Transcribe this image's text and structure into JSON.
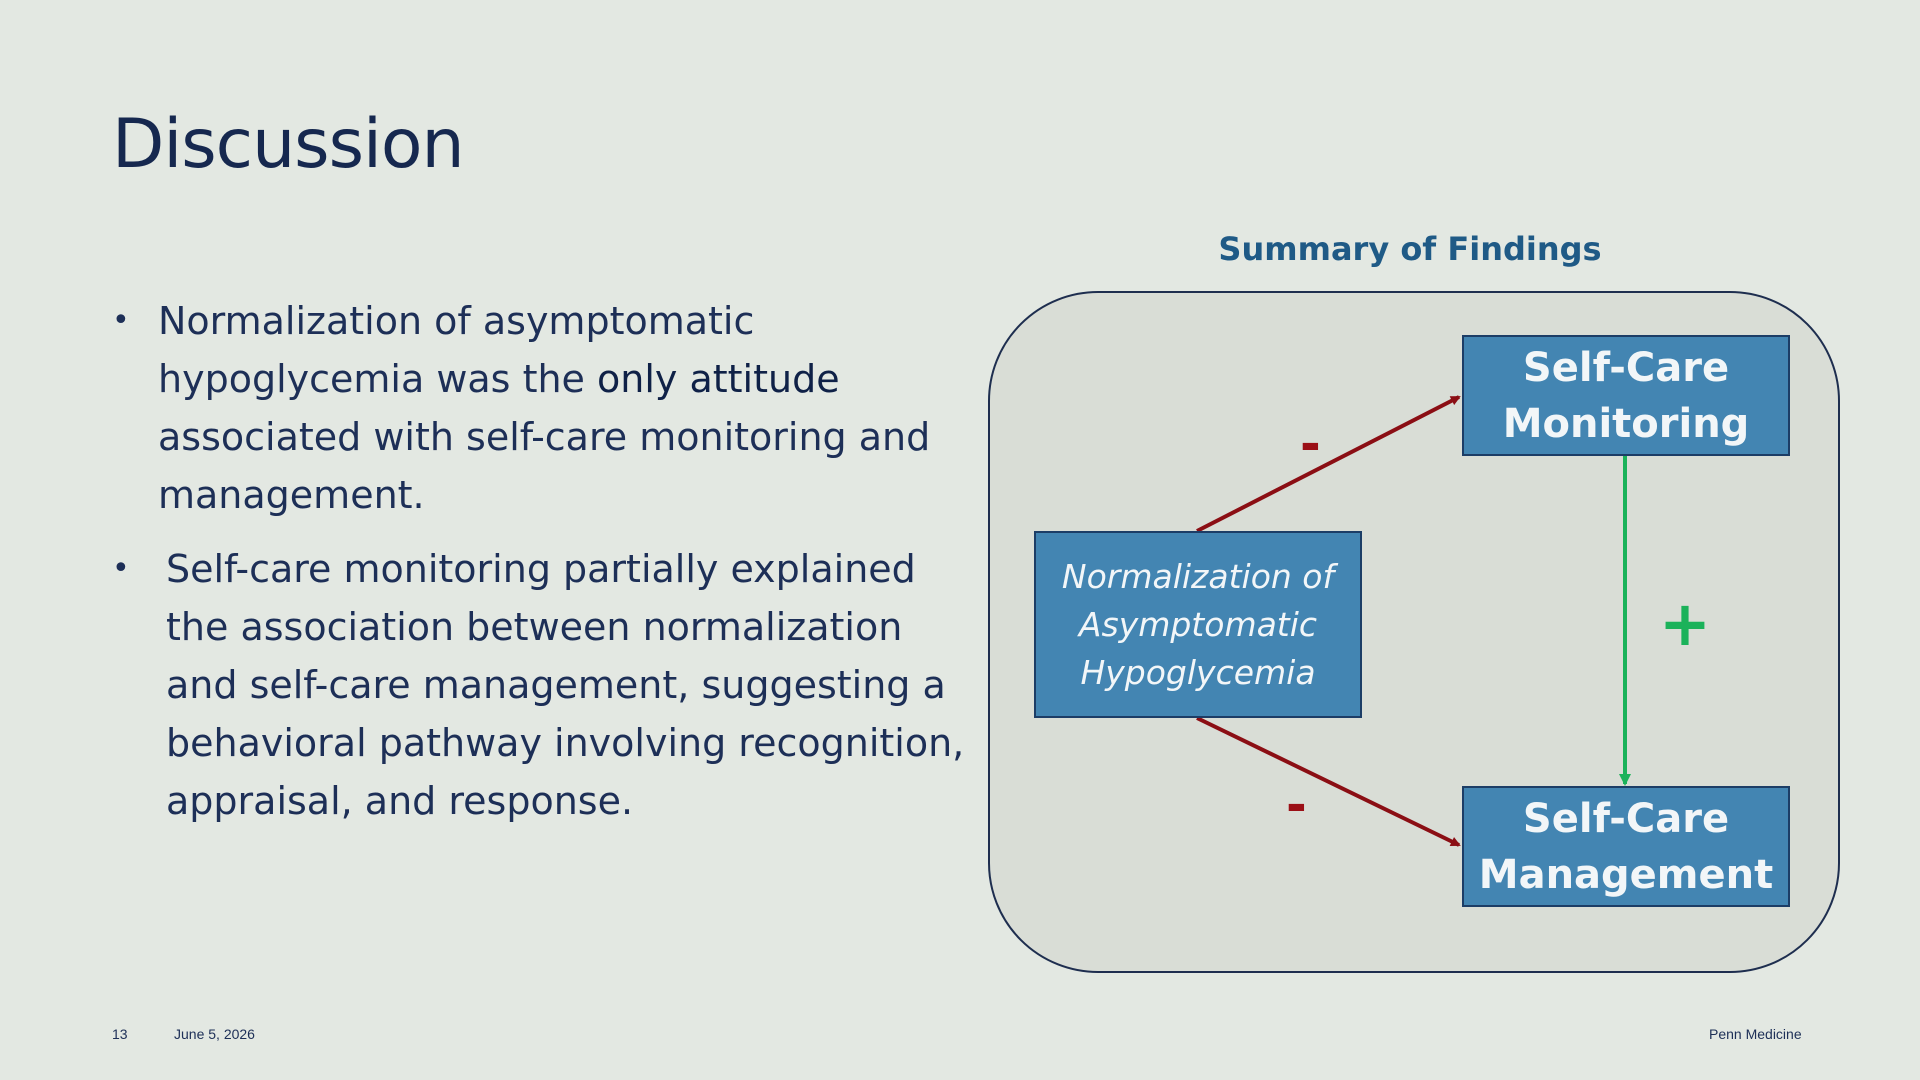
{
  "slide": {
    "title": "Discussion",
    "bullets": [
      {
        "before": "Normalization of asymptomatic hypoglycemia was the ",
        "emphasis": "only attitude",
        "after": " associated with self-care monitoring and management."
      },
      {
        "text": "Self-care monitoring partially explained the association between normalization and self-care management, suggesting a behavioral pathway involving recognition, appraisal, and response."
      }
    ]
  },
  "diagram": {
    "title": "Summary of Findings",
    "nodes": {
      "normalization_lines": [
        "Normalization of",
        "Asymptomatic",
        "Hypoglycemia"
      ],
      "monitoring_lines": [
        "Self-Care",
        "Monitoring"
      ],
      "management_lines": [
        "Self-Care",
        "Management"
      ]
    },
    "signs": {
      "to_monitoring": "-",
      "to_management": "-",
      "monitoring_to_management": "+"
    },
    "colors": {
      "node_fill": "#4385b2",
      "negative_arrow": "#8b0e14",
      "positive_arrow": "#1bb25a"
    }
  },
  "footer": {
    "page_number": "13",
    "date": "June 5, 2026",
    "organization": "Penn Medicine"
  }
}
